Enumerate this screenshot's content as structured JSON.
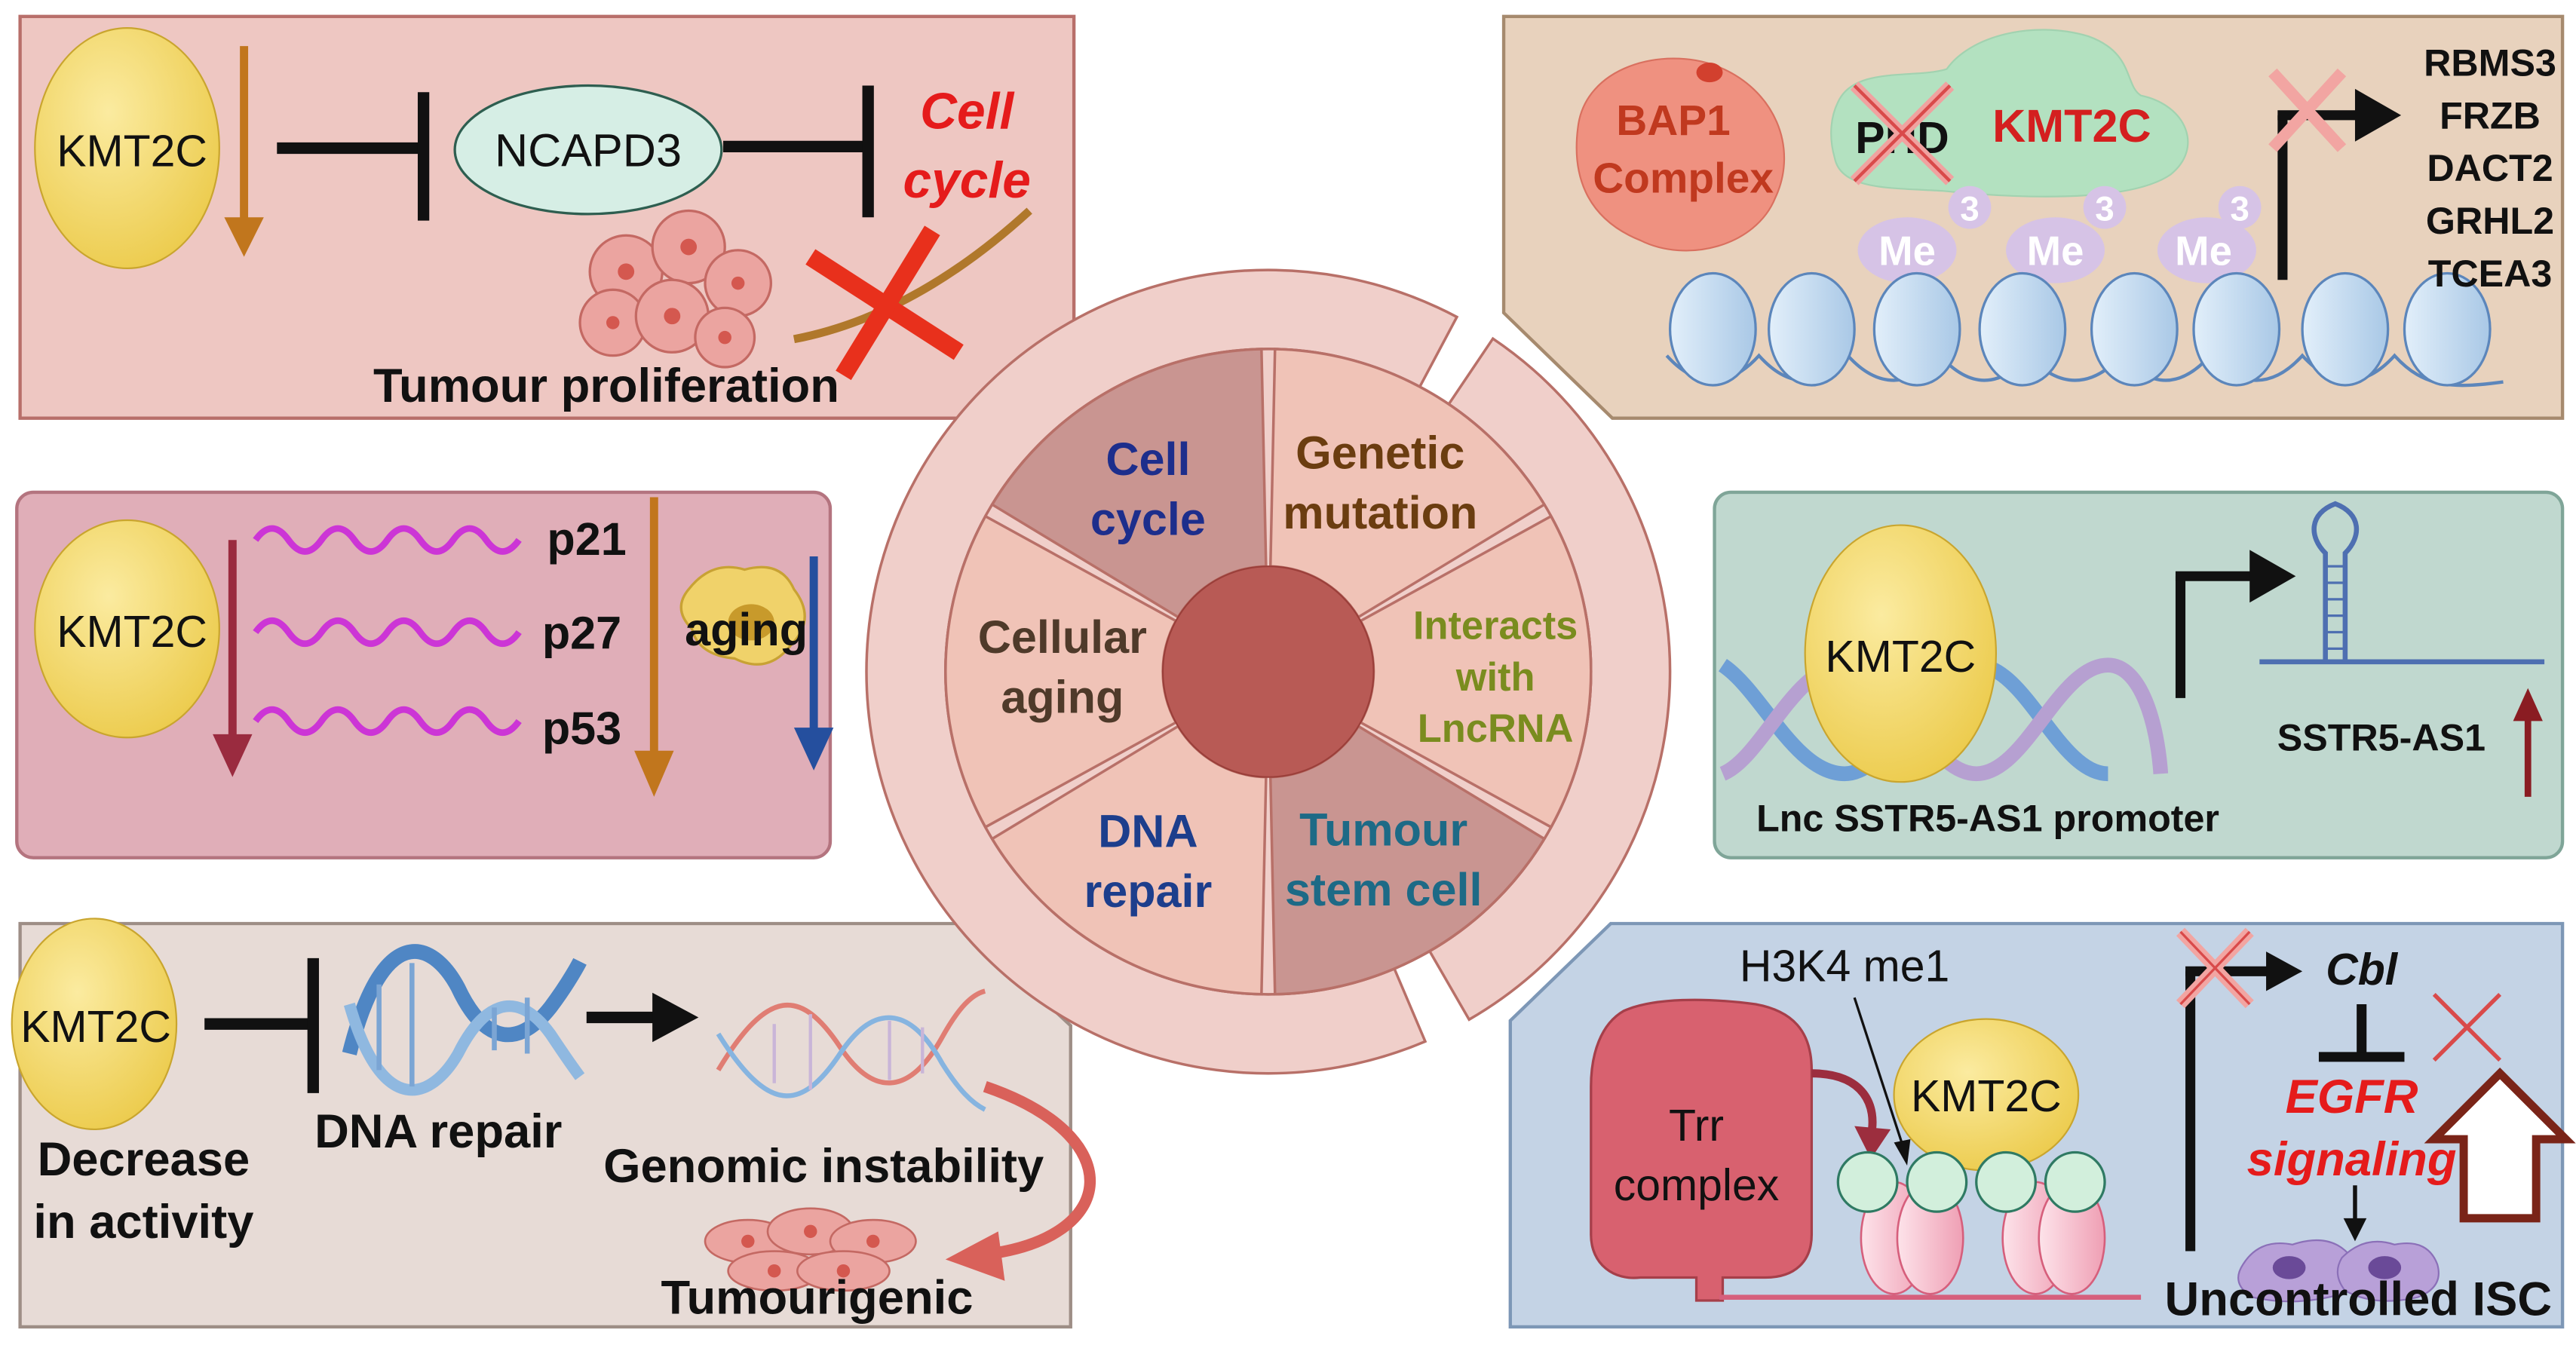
{
  "center": {
    "segments": [
      "Cell cycle",
      "Genetic mutation",
      "Interacts with LncRNA",
      "Tumour stem cell",
      "DNA repair",
      "Cellular aging"
    ],
    "segment_lines": [
      [
        "Cell",
        "cycle"
      ],
      [
        "Genetic",
        "mutation"
      ],
      [
        "Interacts",
        "with",
        "LncRNA"
      ],
      [
        "Tumour",
        "stem cell"
      ],
      [
        "DNA",
        "repair"
      ],
      [
        "Cellular",
        "aging"
      ]
    ]
  },
  "panel_proliferation": {
    "kmt2c": "KMT2C",
    "target": "NCAPD3",
    "cell_cycle_1": "Cell",
    "cell_cycle_2": "cycle",
    "caption": "Tumour proliferation"
  },
  "panel_aging": {
    "kmt2c": "KMT2C",
    "genes": [
      "p21",
      "p27",
      "p53"
    ],
    "aging": "aging"
  },
  "panel_dna": {
    "kmt2c": "KMT2C",
    "decrease_1": "Decrease",
    "decrease_2": "in activity",
    "dna_repair": "DNA repair",
    "instability": "Genomic instability",
    "tumourigenic": "Tumourigenic"
  },
  "panel_bap1": {
    "bap1_1": "BAP1",
    "bap1_2": "Complex",
    "phd": "PHD",
    "kmt2c": "KMT2C",
    "me": "Me",
    "me_sup": "3",
    "genes": [
      "RBMS3",
      "FRZB",
      "DACT2",
      "GRHL2",
      "TCEA3"
    ]
  },
  "panel_lnc": {
    "kmt2c": "KMT2C",
    "promoter": "Lnc SSTR5-AS1 promoter",
    "lnc": "SSTR5-AS1"
  },
  "panel_egfr": {
    "h3k4": "H3K4 me1",
    "trr_1": "Trr",
    "trr_2": "complex",
    "kmt2c": "KMT2C",
    "cbl": "Cbl",
    "egfr_1": "EGFR",
    "egfr_2": "signaling",
    "caption": "Uncontrolled ISC"
  },
  "colors": {
    "red_x": "#e8301c",
    "kmt2c_fill": "#f3d862",
    "center_dot": "#b85a55"
  }
}
